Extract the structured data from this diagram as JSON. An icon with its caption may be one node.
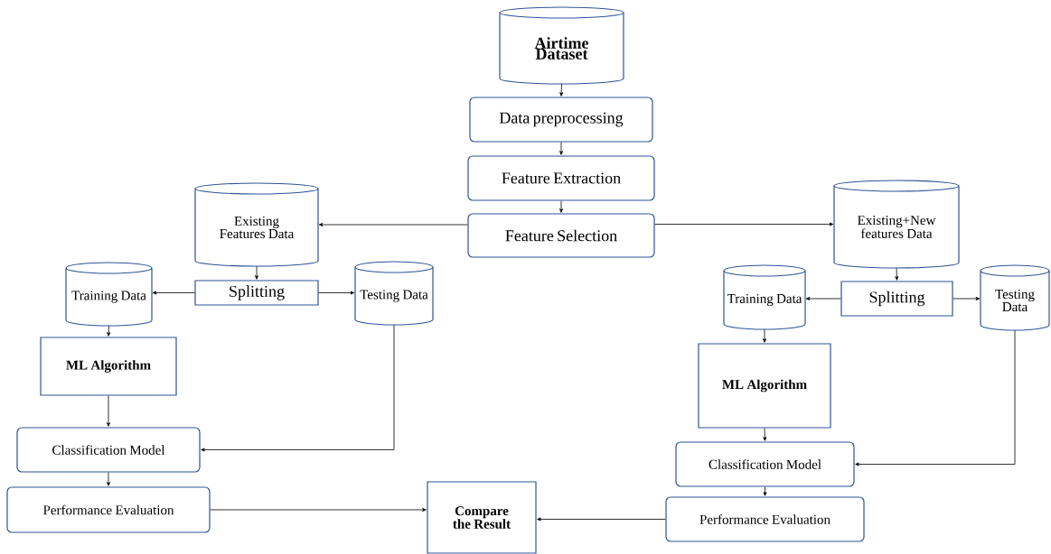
{
  "diagram": {
    "nodes": [
      {
        "text": [
          "Airtime Dataset"
        ]
      },
      {
        "text": [
          "Data preprocessing"
        ]
      },
      {
        "text": [
          "Feature Extraction"
        ]
      },
      {
        "text": [
          "Feature Selection"
        ]
      },
      {
        "text": [
          "Existing Features Data"
        ]
      },
      {
        "text": [
          "Existing+New features Data"
        ]
      },
      {
        "text": [
          "Training Data"
        ]
      },
      {
        "text": [
          "Splitting"
        ]
      },
      {
        "text": [
          "Testing Data"
        ]
      },
      {
        "text": [
          "Training Data"
        ]
      },
      {
        "text": [
          "Splitting"
        ]
      },
      {
        "text": [
          "Testing Data"
        ]
      },
      {
        "text": [
          "ML Algorithm"
        ]
      },
      {
        "text": [
          "ML Algorithm"
        ]
      },
      {
        "text": [
          "Classification Model"
        ]
      },
      {
        "text": [
          "Classification Model"
        ]
      },
      {
        "text": [
          "Performance Evaluation"
        ]
      },
      {
        "text": [
          "Compare the Result"
        ]
      },
      {
        "text": [
          "Performance Evaluation"
        ]
      }
    ],
    "edges": [
      {
        "from": 0,
        "to": 1,
        "arrow": "to"
      },
      {
        "from": 1,
        "to": 2,
        "arrow": "to"
      },
      {
        "from": 2,
        "to": 3,
        "arrow": "to"
      },
      {
        "from": 3,
        "to": 4,
        "arrow": "to"
      },
      {
        "from": 3,
        "to": 5,
        "arrow": "to"
      },
      {
        "from": 4,
        "to": 7,
        "arrow": "to"
      },
      {
        "from": 7,
        "to": 6,
        "arrow": "to"
      },
      {
        "from": 7,
        "to": 8,
        "arrow": "to"
      },
      {
        "from": 5,
        "to": 10,
        "arrow": "to"
      },
      {
        "from": 10,
        "to": 9,
        "arrow": "to"
      },
      {
        "from": 10,
        "to": 11,
        "arrow": "to"
      },
      {
        "from": 6,
        "to": 12,
        "arrow": "to"
      },
      {
        "from": 12,
        "to": 14,
        "arrow": "to"
      },
      {
        "from": 8,
        "to": 14,
        "arrow": "to"
      },
      {
        "from": 14,
        "to": 16,
        "arrow": "to"
      },
      {
        "from": 16,
        "to": 17,
        "arrow": "to"
      },
      {
        "from": 9,
        "to": 13,
        "arrow": "to"
      },
      {
        "from": 13,
        "to": 15,
        "arrow": "to"
      },
      {
        "from": 11,
        "to": 15,
        "arrow": "to"
      },
      {
        "from": 15,
        "to": 18,
        "arrow": "to"
      },
      {
        "from": 18,
        "to": 17,
        "arrow": "to"
      }
    ]
  }
}
